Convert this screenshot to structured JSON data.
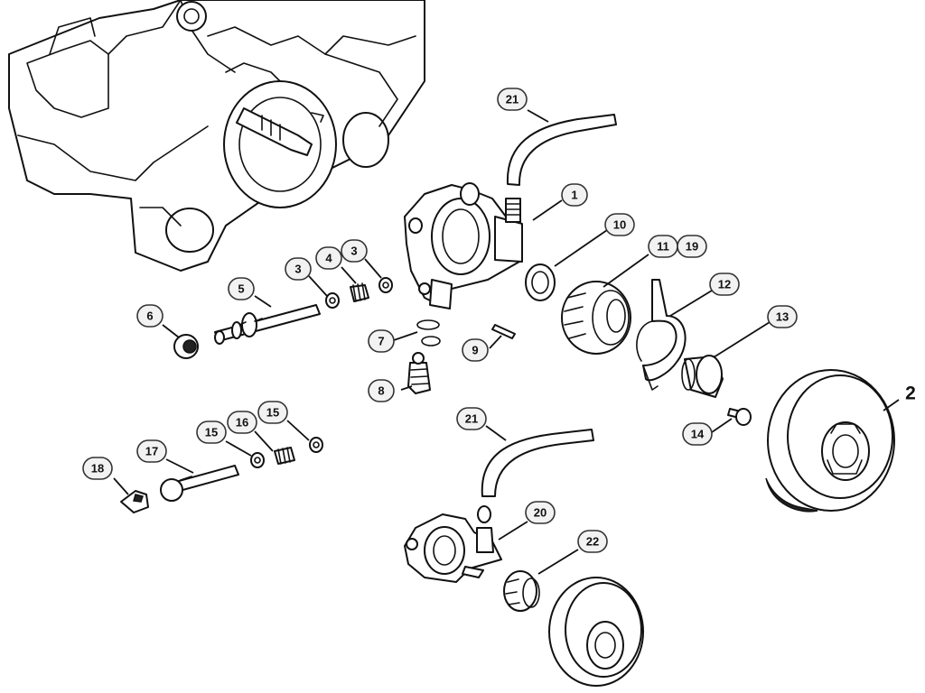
{
  "callouts": [
    {
      "id": "c1",
      "text": "1"
    },
    {
      "id": "c2",
      "text": "2"
    },
    {
      "id": "c3a",
      "text": "3"
    },
    {
      "id": "c3b",
      "text": "3"
    },
    {
      "id": "c4",
      "text": "4"
    },
    {
      "id": "c5",
      "text": "5"
    },
    {
      "id": "c6",
      "text": "6"
    },
    {
      "id": "c7",
      "text": "7"
    },
    {
      "id": "c8",
      "text": "8"
    },
    {
      "id": "c9",
      "text": "9"
    },
    {
      "id": "c10",
      "text": "10"
    },
    {
      "id": "c11",
      "text": "11"
    },
    {
      "id": "c19",
      "text": "19"
    },
    {
      "id": "c12",
      "text": "12"
    },
    {
      "id": "c13",
      "text": "13"
    },
    {
      "id": "c14",
      "text": "14"
    },
    {
      "id": "c15a",
      "text": "15"
    },
    {
      "id": "c15b",
      "text": "15"
    },
    {
      "id": "c16",
      "text": "16"
    },
    {
      "id": "c17",
      "text": "17"
    },
    {
      "id": "c18",
      "text": "18"
    },
    {
      "id": "c20",
      "text": "20"
    },
    {
      "id": "c21a",
      "text": "21"
    },
    {
      "id": "c21b",
      "text": "21"
    },
    {
      "id": "c22",
      "text": "22"
    }
  ],
  "colors": {
    "line": "#111111",
    "callout_fill": "#f2f2f2",
    "background": "#ffffff"
  }
}
